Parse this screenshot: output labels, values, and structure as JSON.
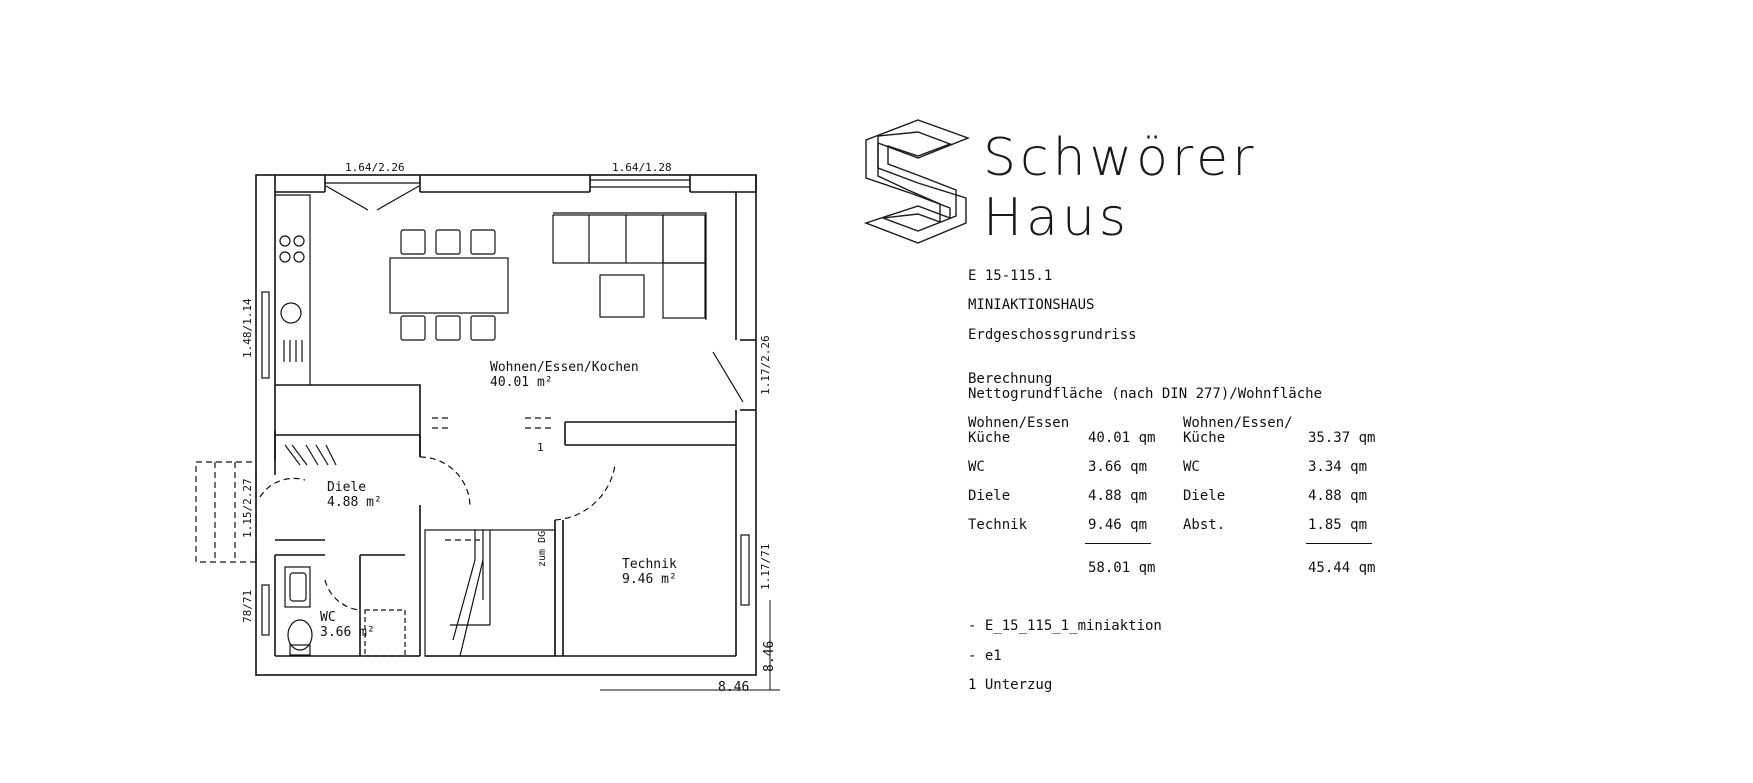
{
  "brand": {
    "name_line1": "Schwörer",
    "name_line2": "Haus",
    "logo_icon": "schwoerer-s-logo-icon"
  },
  "project": {
    "code": "E 15-115.1",
    "name": "MINIAKTIONSHAUS",
    "plan_type": "Erdgeschossgrundriss"
  },
  "calc": {
    "heading1": "Berechnung",
    "heading2": "Nettogrundfläche (nach DIN 277)/Wohnfläche",
    "left": {
      "rows": [
        {
          "label1": "Wohnen/Essen",
          "label2": "Küche",
          "value": "40.01 qm"
        },
        {
          "label1": "WC",
          "label2": "",
          "value": "3.66 qm"
        },
        {
          "label1": "Diele",
          "label2": "",
          "value": "4.88 qm"
        },
        {
          "label1": "Technik",
          "label2": "",
          "value": "9.46 qm"
        }
      ],
      "total": "58.01 qm"
    },
    "right": {
      "rows": [
        {
          "label1": "Wohnen/Essen/",
          "label2": "Küche",
          "value": "35.37 qm"
        },
        {
          "label1": "WC",
          "label2": "",
          "value": "3.34 qm"
        },
        {
          "label1": "Diele",
          "label2": "",
          "value": "4.88 qm"
        },
        {
          "label1": "Abst.",
          "label2": "",
          "value": "1.85 qm"
        }
      ],
      "total": "45.44 qm"
    }
  },
  "legend": [
    "- E_15_115_1_miniaktion",
    "- e1",
    "1  Unterzug"
  ],
  "plan": {
    "rooms": [
      {
        "name": "Wohnen/Essen/Kochen",
        "area": "40.01 m²"
      },
      {
        "name": "Diele",
        "area": "4.88 m²"
      },
      {
        "name": "Technik",
        "area": "9.46 m²"
      },
      {
        "name": "WC",
        "area": "3.66 m²"
      }
    ],
    "window_labels": [
      "1.64/2.26",
      "1.64/1.28",
      "1.48/1.14",
      "1.17/2.26",
      "1.15/2.27",
      "1.17/71",
      "78/71"
    ],
    "stair_label": "zum DG",
    "beam_marker": "1",
    "dimensions": {
      "width": "8.46",
      "depth": "8.46"
    }
  }
}
